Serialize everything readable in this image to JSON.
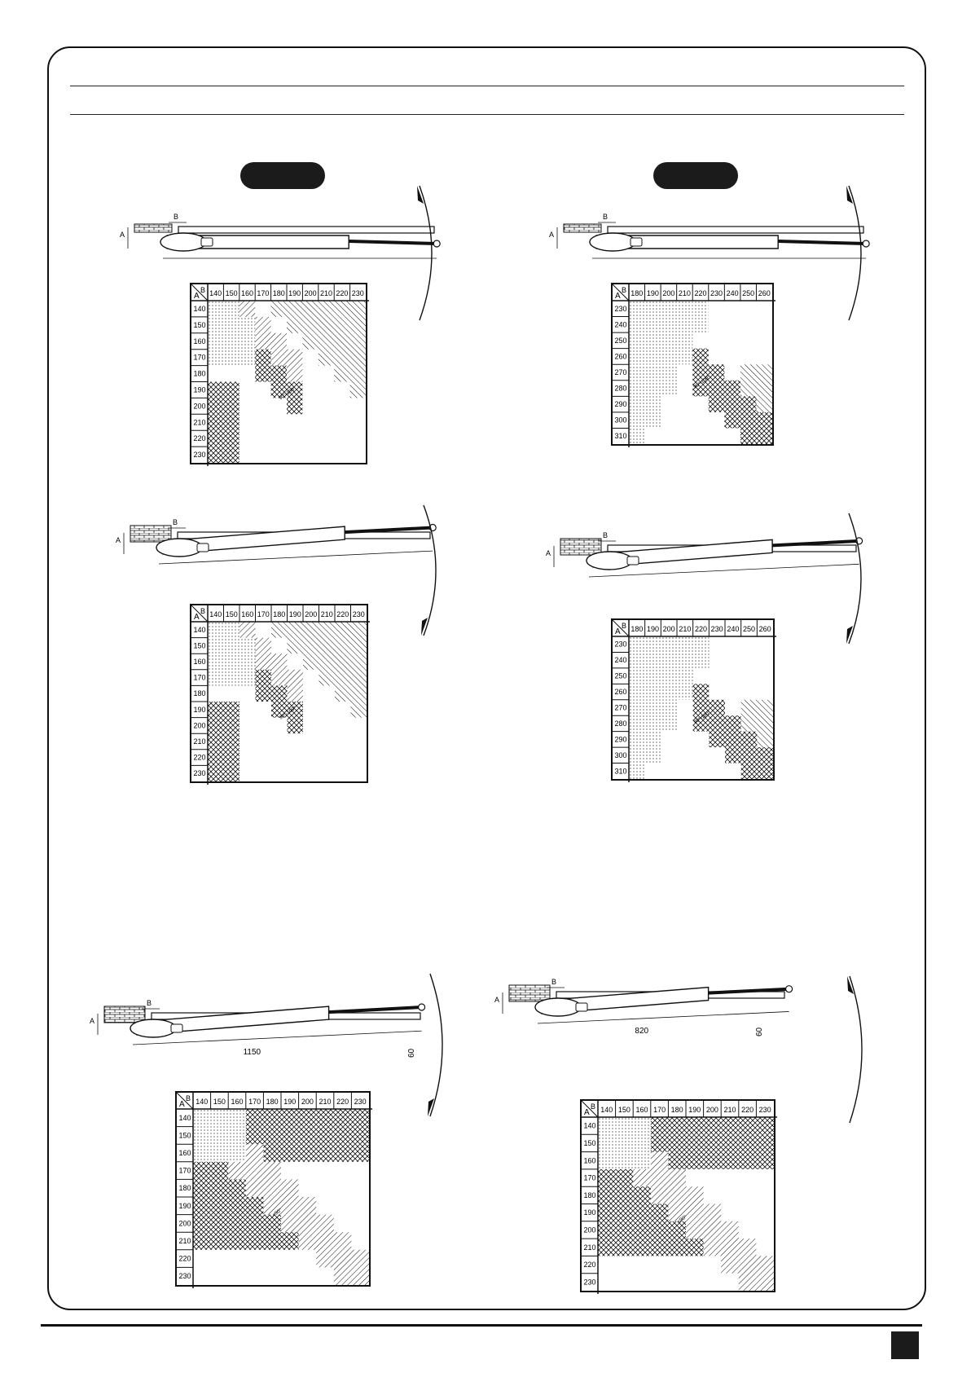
{
  "page": {
    "dimension_labels": {
      "a": "A",
      "b": "B"
    }
  },
  "panels": [
    {
      "id": "p1",
      "cols": [
        "140",
        "150",
        "160",
        "170",
        "180",
        "190",
        "200",
        "210",
        "220",
        "230"
      ],
      "rows": [
        "140",
        "150",
        "160",
        "170",
        "180",
        "190",
        "200",
        "210",
        "220",
        "230"
      ],
      "zone_labels": [
        "90°-100°"
      ],
      "arm_label": "",
      "height_label": ""
    },
    {
      "id": "p2",
      "cols": [
        "180",
        "190",
        "200",
        "210",
        "220",
        "230",
        "240",
        "250",
        "260"
      ],
      "rows": [
        "230",
        "240",
        "250",
        "260",
        "270",
        "280",
        "290",
        "300",
        "310"
      ],
      "zone_labels": [
        "90°-100°"
      ],
      "arm_label": "",
      "height_label": ""
    },
    {
      "id": "p3",
      "cols": [
        "140",
        "150",
        "160",
        "170",
        "180",
        "190",
        "200",
        "210",
        "220",
        "230"
      ],
      "rows": [
        "140",
        "150",
        "160",
        "170",
        "180",
        "190",
        "200",
        "210",
        "220",
        "230"
      ],
      "zone_labels": [
        "90°-100°"
      ],
      "arm_label": "",
      "height_label": ""
    },
    {
      "id": "p4",
      "cols": [
        "180",
        "190",
        "200",
        "210",
        "220",
        "230",
        "240",
        "250",
        "260"
      ],
      "rows": [
        "230",
        "240",
        "250",
        "260",
        "270",
        "280",
        "290",
        "300",
        "310"
      ],
      "zone_labels": [
        "90°-100°"
      ],
      "arm_label": "",
      "height_label": ""
    },
    {
      "id": "p5",
      "cols": [
        "140",
        "150",
        "160",
        "170",
        "180",
        "190",
        "200",
        "210",
        "220",
        "230"
      ],
      "rows": [
        "140",
        "150",
        "160",
        "170",
        "180",
        "190",
        "200",
        "210",
        "220",
        "230"
      ],
      "zone_labels": [
        "<90°"
      ],
      "arm_label": "1150",
      "height_label": "60"
    },
    {
      "id": "p6",
      "cols": [
        "140",
        "150",
        "160",
        "170",
        "180",
        "190",
        "200",
        "210",
        "220",
        "230"
      ],
      "rows": [
        "140",
        "150",
        "160",
        "170",
        "180",
        "190",
        "200",
        "210",
        "220",
        "230"
      ],
      "zone_labels": [
        "<90°"
      ],
      "arm_label": "820",
      "height_label": "60"
    }
  ]
}
